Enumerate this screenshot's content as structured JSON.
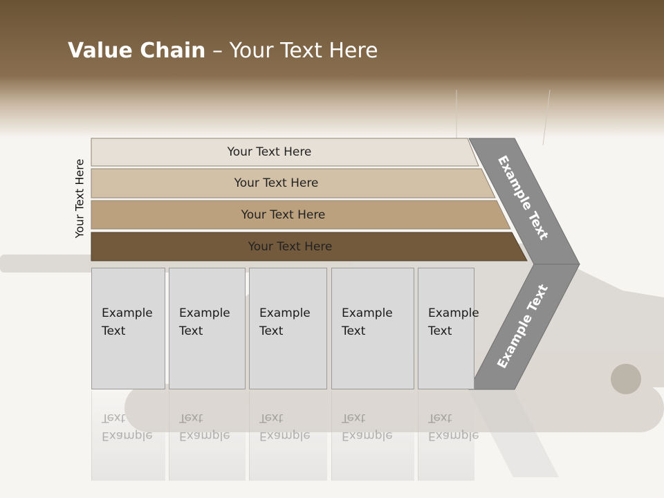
{
  "title": {
    "bold": "Value Chain",
    "rest": " – Your Text Here"
  },
  "side_label": "Your Text Here",
  "bands": [
    {
      "label": "Your Text Here",
      "color": "#e7e0d6"
    },
    {
      "label": "Your Text Here",
      "color": "#d2c0a7"
    },
    {
      "label": "Your Text Here",
      "color": "#bba17e"
    },
    {
      "label": "Your Text Here",
      "color": "#735a3c"
    }
  ],
  "boxes": [
    {
      "line1": "Example",
      "line2": "Text"
    },
    {
      "line1": "Example",
      "line2": "Text"
    },
    {
      "line1": "Example",
      "line2": "Text"
    },
    {
      "line1": "Example",
      "line2": "Text"
    },
    {
      "line1": "Example",
      "line2": "Text"
    }
  ],
  "chevron": {
    "upper": "Example Text",
    "lower": "Example Text",
    "color": "#8c8c8c"
  }
}
